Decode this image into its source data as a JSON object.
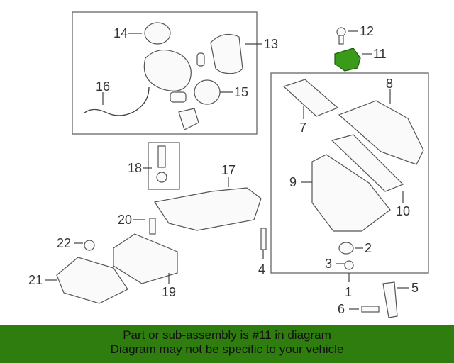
{
  "callouts": {
    "c1": "1",
    "c2": "2",
    "c3": "3",
    "c4": "4",
    "c5": "5",
    "c6": "6",
    "c7": "7",
    "c8": "8",
    "c9": "9",
    "c10": "10",
    "c11": "11",
    "c12": "12",
    "c13": "13",
    "c14": "14",
    "c15": "15",
    "c16": "16",
    "c17": "17",
    "c18": "18",
    "c19": "19",
    "c20": "20",
    "c21": "21",
    "c22": "22"
  },
  "highlighted_part": "11",
  "banner": {
    "line1": "Part or sub-assembly is #11 in diagram",
    "line2": "Diagram may not be specific to your vehicle"
  },
  "colors": {
    "banner": "#2e7d0e",
    "highlight": "#3a9a1a"
  }
}
